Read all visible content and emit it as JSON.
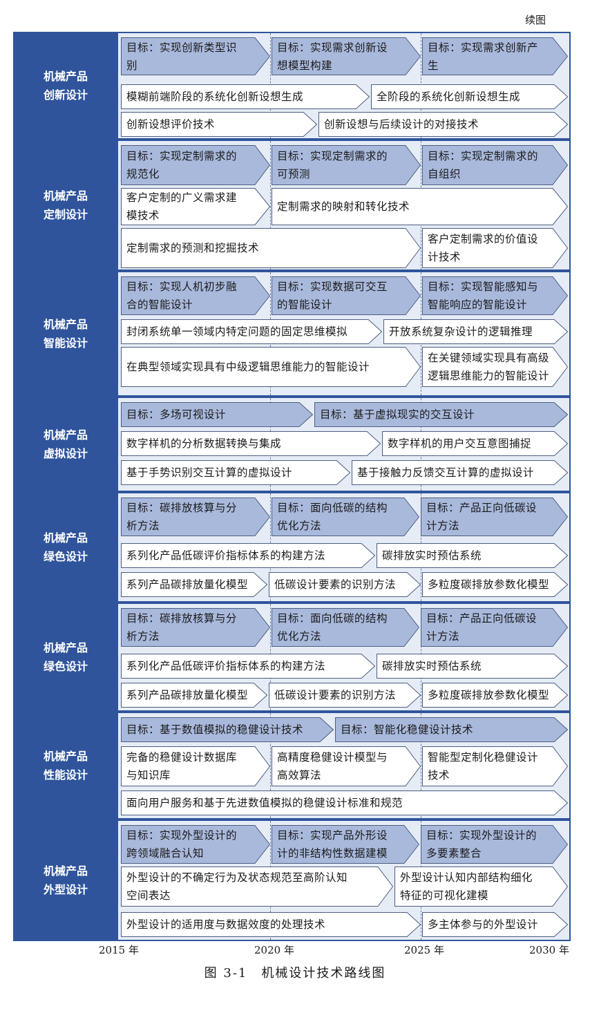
{
  "continued_label": "续图",
  "rows": [
    {
      "label": "机械产品\n创新设计",
      "arrows": [
        {
          "text": "目标：实现创新类型识\n别",
          "goal": true
        },
        {
          "text": "目标：实现需求创新设\n想模型构建",
          "goal": true
        },
        {
          "text": "目标：实现需求创新产\n生",
          "goal": true
        },
        {
          "text": "模糊前端阶段的系统化创新设想生成",
          "goal": false
        },
        {
          "text": "全阶段的系统化创新设想生成",
          "goal": false
        },
        {
          "text": "创新设想评价技术",
          "goal": false
        },
        {
          "text": "创新设想与后续设计的对接技术",
          "goal": false
        }
      ]
    },
    {
      "label": "机械产品\n定制设计",
      "arrows": [
        {
          "text": "目标：实现定制需求的\n规范化",
          "goal": true
        },
        {
          "text": "目标：实现定制需求的\n可预测",
          "goal": true
        },
        {
          "text": "目标：实现定制需求的\n自组织",
          "goal": true
        },
        {
          "text": "客户定制的广义需求建\n模技术",
          "goal": false
        },
        {
          "text": "定制需求的映射和转化技术",
          "goal": false
        },
        {
          "text": "定制需求的预测和挖掘技术",
          "goal": false
        },
        {
          "text": "客户定制需求的价值设\n计技术",
          "goal": false
        }
      ]
    },
    {
      "label": "机械产品\n智能设计",
      "arrows": [
        {
          "text": "目标：实现人机初步融\n合的智能设计",
          "goal": true
        },
        {
          "text": "目标：实现数据可交互\n的智能设计",
          "goal": true
        },
        {
          "text": "目标：实现智能感知与\n智能响应的智能设计",
          "goal": true
        },
        {
          "text": "封闭系统单一领域内特定问题的固定思维模拟",
          "goal": false
        },
        {
          "text": "开放系统复杂设计的逻辑推理",
          "goal": false
        },
        {
          "text": "在典型领域实现具有中级逻辑思维能力的智能设计",
          "goal": false
        },
        {
          "text": "在关键领域实现具有高级\n逻辑思维能力的智能设计",
          "goal": false
        }
      ]
    },
    {
      "label": "机械产品\n虚拟设计",
      "arrows": [
        {
          "text": "目标：多场可视设计",
          "goal": true
        },
        {
          "text": "目标：基于虚拟现实的交互设计",
          "goal": true
        },
        {
          "text": "数字样机的分析数据转换与集成",
          "goal": false
        },
        {
          "text": "数字样机的用户交互意图捕捉",
          "goal": false
        },
        {
          "text": "基于手势识别交互计算的虚拟设计",
          "goal": false
        },
        {
          "text": "基于接触力反馈交互计算的虚拟设计",
          "goal": false
        }
      ]
    },
    {
      "label": "机械产品\n绿色设计",
      "arrows": [
        {
          "text": "目标：碳排放核算与分\n析方法",
          "goal": true
        },
        {
          "text": "目标：面向低碳的结构\n优化方法",
          "goal": true
        },
        {
          "text": "目标：产品正向低碳设\n计方法",
          "goal": true
        },
        {
          "text": "系列化产品低碳评价指标体系的构建方法",
          "goal": false
        },
        {
          "text": "碳排放实时预估系统",
          "goal": false
        },
        {
          "text": "系列产品碳排放量化模型",
          "goal": false
        },
        {
          "text": "低碳设计要素的识别方法",
          "goal": false
        },
        {
          "text": "多粒度碳排放参数化模型",
          "goal": false
        }
      ]
    },
    {
      "label": "机械产品\n绿色设计",
      "arrows": [
        {
          "text": "目标：碳排放核算与分\n析方法",
          "goal": true
        },
        {
          "text": "目标：面向低碳的结构\n优化方法",
          "goal": true
        },
        {
          "text": "目标：产品正向低碳设\n计方法",
          "goal": true
        },
        {
          "text": "系列化产品低碳评价指标体系的构建方法",
          "goal": false
        },
        {
          "text": "碳排放实时预估系统",
          "goal": false
        },
        {
          "text": "系列产品碳排放量化模型",
          "goal": false
        },
        {
          "text": "低碳设计要素的识别方法",
          "goal": false
        },
        {
          "text": "多粒度碳排放参数化模型",
          "goal": false
        }
      ]
    },
    {
      "label": "机械产品\n性能设计",
      "arrows": [
        {
          "text": "目标：基于数值模拟的稳健设计技术",
          "goal": true
        },
        {
          "text": "目标：智能化稳健设计技术",
          "goal": true
        },
        {
          "text": "完备的稳健设计数据库\n与知识库",
          "goal": false
        },
        {
          "text": "高精度稳健设计模型与\n高效算法",
          "goal": false
        },
        {
          "text": "智能型定制化稳健设计\n技术",
          "goal": false
        },
        {
          "text": "面向用户服务和基于先进数值模拟的稳健设计标准和规范",
          "goal": false
        }
      ]
    },
    {
      "label": "机械产品\n外型设计",
      "arrows": [
        {
          "text": "目标：实现外型设计的\n跨领域融合认知",
          "goal": true
        },
        {
          "text": "目标：实现产品外形设\n计的非结构性数据建模",
          "goal": true
        },
        {
          "text": "目标：实现外型设计的\n多要素整合",
          "goal": true
        },
        {
          "text": "外型设计的不确定行为及状态规范至高阶认知\n空间表达",
          "goal": false
        },
        {
          "text": "外型设计认知内部结构细化\n特征的可视化建模",
          "goal": false
        },
        {
          "text": "外型设计的适用度与数据效度的处理技术",
          "goal": false
        },
        {
          "text": "多主体参与的外型设计",
          "goal": false
        }
      ]
    }
  ],
  "years": [
    "2015 年",
    "2020 年",
    "2025 年",
    "2030 年"
  ],
  "caption": "图 3-1　机械设计技术路线图",
  "colors": {
    "frame": "#2f549c",
    "panel": "#e6ecf6",
    "goal_fill": "#a9b9dc",
    "tech_fill": "#ffffff",
    "stroke": "#4b5d80"
  }
}
